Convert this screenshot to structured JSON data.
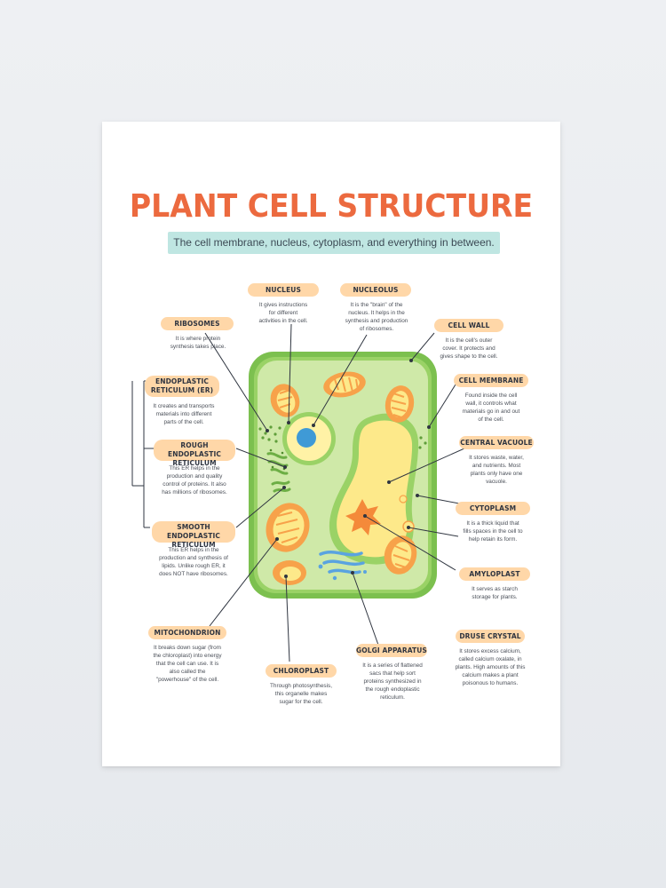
{
  "title": "PLANT CELL STRUCTURE",
  "subtitle": "The cell membrane, nucleus, cytoplasm, and everything in between.",
  "colors": {
    "title": "#ec6a3f",
    "label_pill": "#ffd7a8",
    "subtitle_band": "#bfe6e2",
    "cell_wall": "#7cc04f",
    "cytoplasm": "#cfe9a8",
    "vacuole": "#fde98a",
    "chloroplast": "#f7a24a",
    "nucleus": "#fff2a6",
    "nucleolus": "#3f9ad6",
    "golgi": "#5aa3e0",
    "druse": "#f48a3a"
  },
  "labels": {
    "nucleus": {
      "name": "NUCLEUS",
      "desc": "It gives instructions\nfor different\nactivities in the cell."
    },
    "nucleolus": {
      "name": "NUCLEOLUS",
      "desc": "It is the \"brain\" of the\nnucleus. It helps in the\nsynthesis and production\nof ribosomes."
    },
    "ribosomes": {
      "name": "RIBOSOMES",
      "desc": "It is where protein\nsynthesis takes place."
    },
    "cell_wall": {
      "name": "CELL WALL",
      "desc": "It is the cell's outer\ncover. It protects and\ngives shape to the cell."
    },
    "endoplastic_reticulum": {
      "name": "ENDOPLASTIC RETICULUM (ER)",
      "desc": "It creates and transports\nmaterials into different\nparts of the cell."
    },
    "cell_membrane": {
      "name": "CELL MEMBRANE",
      "desc": "Found inside the cell\nwall, it controls what\nmaterials go in and out\nof the cell."
    },
    "rough_er": {
      "name": "ROUGH ENDOPLASTIC RETICULUM",
      "desc": "This ER helps in the\nproduction and quality\ncontrol of proteins. It also\nhas millions of ribosomes."
    },
    "central_vacuole": {
      "name": "CENTRAL VACUOLE",
      "desc": "It stores waste, water,\nand nutrients. Most\nplants only have one\nvacuole."
    },
    "cytoplasm": {
      "name": "CYTOPLASM",
      "desc": "It is a thick liquid that\nfills spaces in the cell to\nhelp retain its form."
    },
    "smooth_er": {
      "name": "SMOOTH ENDOPLASTIC RETICULUM",
      "desc": "This ER helps in the\nproduction and synthesis of\nlipids. Unlike rough ER, it\ndoes NOT have ribosomes."
    },
    "amyloplast": {
      "name": "AMYLOPLAST",
      "desc": "It serves as starch\nstorage for plants."
    },
    "mitochondrion": {
      "name": "MITOCHONDRION",
      "desc": "It breaks down sugar (from\nthe chloroplast) into energy\nthat the cell can use. It is\nalso called the\n\"powerhouse\" of the cell."
    },
    "druse_crystal": {
      "name": "DRUSE CRYSTAL",
      "desc": "It stores excess calcium,\ncalled calcium oxalate, in\nplants. High amounts of this\ncalcium makes a plant\npoisonous to humans."
    },
    "golgi": {
      "name": "GOLGI APPARATUS",
      "desc": "It is a series of flattened\nsacs that help sort\nproteins synthesized in\nthe rough endoplastic\nreticulum."
    },
    "chloroplast": {
      "name": "CHLOROPLAST",
      "desc": "Through photosynthesis,\nthis organelle makes\nsugar for the cell."
    }
  }
}
